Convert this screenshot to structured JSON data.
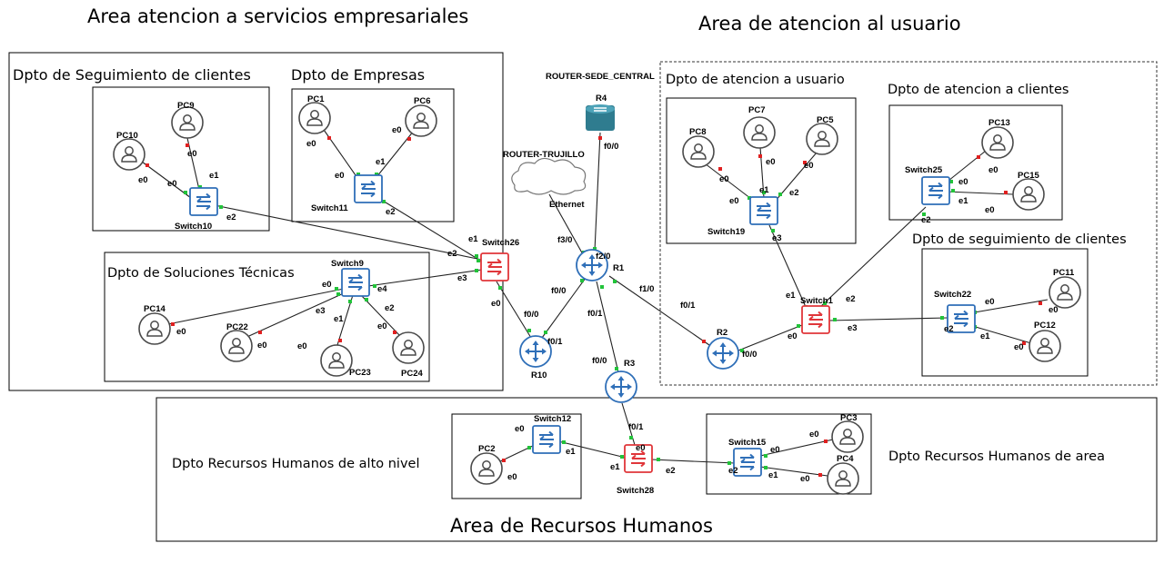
{
  "areas": {
    "empresas": "Area atencion a servicios empresariales",
    "usuario": "Area de atencion al usuario",
    "rrhh": "Area de Recursos Humanos"
  },
  "departments": {
    "seguimiento_clientes": "Dpto de Seguimiento de clientes",
    "empresas": "Dpto de Empresas",
    "soluciones": "Dpto de Soluciones Técnicas",
    "atencion_usuario": "Dpto de atencion a usuario",
    "atencion_clientes": "Dpto de atencion a clientes",
    "seguimiento_clientes_2": "Dpto de seguimiento de clientes",
    "rrhh_alto": "Dpto Recursos Humanos de alto nivel",
    "rrhh_area": "Dpto Recursos Humanos de area"
  },
  "labels": {
    "router_sede_central": "ROUTER-SEDE_CENTRAL",
    "router_trujillo": "ROUTER-TRUJILLO",
    "ethernet": "Ethernet"
  },
  "nodes": {
    "PC9": "PC9",
    "PC10": "PC10",
    "SW10": "Switch10",
    "PC1": "PC1",
    "PC6": "PC6",
    "SW11": "Switch11",
    "SW9": "Switch9",
    "PC14": "PC14",
    "PC22": "PC22",
    "PC23": "PC23",
    "PC24": "PC24",
    "SW26": "Switch26",
    "R4": "R4",
    "R1": "R1",
    "R10": "R10",
    "R3": "R3",
    "R2": "R2",
    "SW1": "Switch1",
    "PC8": "PC8",
    "PC7": "PC7",
    "PC5": "PC5",
    "SW19": "Switch19",
    "SW25": "Switch25",
    "PC13": "PC13",
    "PC15": "PC15",
    "SW22": "Switch22",
    "PC11": "PC11",
    "PC12": "PC12",
    "SW12": "Switch12",
    "PC2": "PC2",
    "SW28": "Switch28",
    "SW15": "Switch15",
    "PC3": "PC3",
    "PC4": "PC4"
  },
  "ports": {
    "e0": "e0",
    "e1": "e1",
    "e2": "e2",
    "e3": "e3",
    "e4": "e4",
    "f0_0": "f0/0",
    "f0_1": "f0/1",
    "f1_0": "f1/0",
    "f2_0": "f2/0",
    "f3_0": "f3/0"
  },
  "colors": {
    "router": "#2f6fb8",
    "switch_blue": "#2f6fb8",
    "switch_red": "#e0363a",
    "pc": "#555555",
    "port_up": "#22c33a",
    "port_down": "#e02020"
  }
}
